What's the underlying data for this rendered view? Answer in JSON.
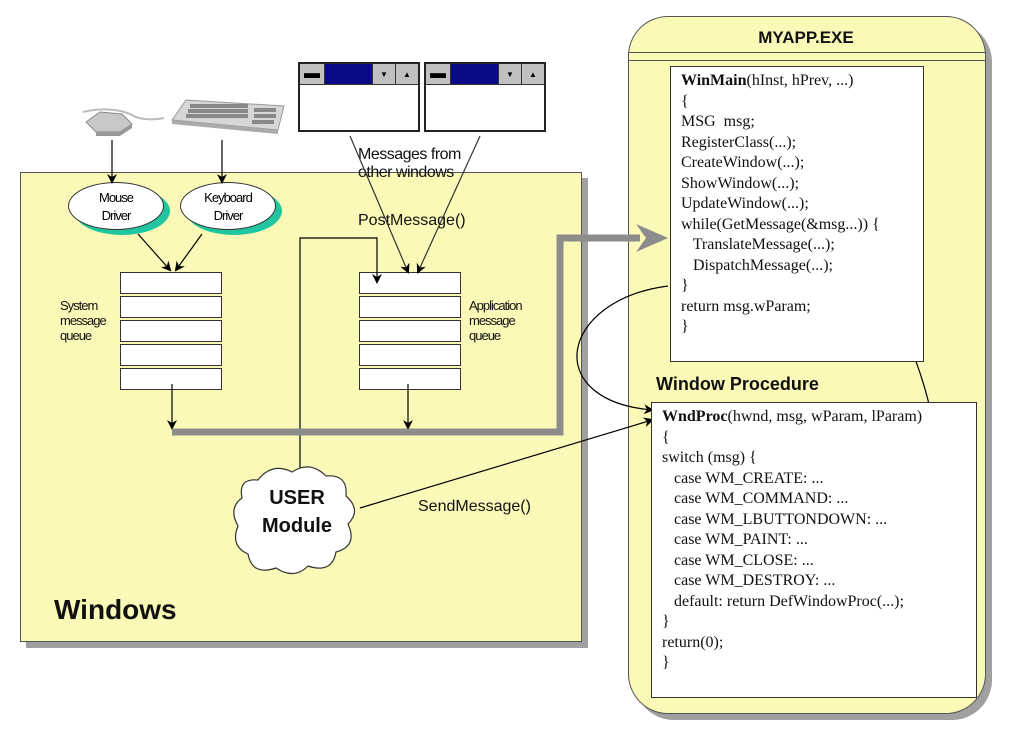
{
  "os_box": {
    "label": "Windows"
  },
  "devices": {
    "mouse": {
      "icon": "mouse-icon"
    },
    "keyboard": {
      "icon": "keyboard-icon"
    }
  },
  "drivers": {
    "mouse": {
      "line1": "Mouse",
      "line2": "Driver"
    },
    "keyboard": {
      "line1": "Keyboard",
      "line2": "Driver"
    }
  },
  "other_windows": {
    "label_line1": "Messages from",
    "label_line2": "other windows",
    "count": 2
  },
  "system_queue": {
    "line1": "System",
    "line2": "message",
    "line3": "queue",
    "slots": 5
  },
  "app_queue": {
    "line1": "Application",
    "line2": "message",
    "line3": "queue",
    "slots": 5
  },
  "post_message_label": "PostMessage()",
  "send_message_label": "SendMessage()",
  "user_module": {
    "line1": "USER",
    "line2": "Module"
  },
  "app": {
    "title": "MYAPP.EXE",
    "winmain": {
      "lines": [
        {
          "bold": "WinMain",
          "rest": "(hInst, hPrev, ...)"
        },
        {
          "bold": "",
          "rest": "{"
        },
        {
          "bold": "",
          "rest": "MSG  msg;"
        },
        {
          "bold": "",
          "rest": "RegisterClass(...);"
        },
        {
          "bold": "",
          "rest": "CreateWindow(...);"
        },
        {
          "bold": "",
          "rest": "ShowWindow(...);"
        },
        {
          "bold": "",
          "rest": "UpdateWindow(...);"
        },
        {
          "bold": "",
          "rest": "while(GetMessage(&msg...)) {"
        },
        {
          "bold": "",
          "rest": "   TranslateMessage(...);"
        },
        {
          "bold": "",
          "rest": "   DispatchMessage(...);"
        },
        {
          "bold": "",
          "rest": "}"
        },
        {
          "bold": "",
          "rest": "return msg.wParam;"
        },
        {
          "bold": "",
          "rest": "}"
        }
      ]
    },
    "window_procedure_title": "Window  Procedure",
    "wndproc": {
      "lines": [
        {
          "bold": "WndProc",
          "rest": "(hwnd, msg, wParam, lParam)"
        },
        {
          "bold": "",
          "rest": "{"
        },
        {
          "bold": "",
          "rest": "switch (msg) {"
        },
        {
          "bold": "",
          "rest": "   case WM_CREATE: ..."
        },
        {
          "bold": "",
          "rest": "   case WM_COMMAND: ..."
        },
        {
          "bold": "",
          "rest": "   case WM_LBUTTONDOWN: ..."
        },
        {
          "bold": "",
          "rest": "   case WM_PAINT: ..."
        },
        {
          "bold": "",
          "rest": "   case WM_CLOSE: ..."
        },
        {
          "bold": "",
          "rest": "   case WM_DESTROY: ..."
        },
        {
          "bold": "",
          "rest": "   default: return DefWindowProc(...);"
        },
        {
          "bold": "",
          "rest": "}"
        },
        {
          "bold": "",
          "rest": "return(0);"
        },
        {
          "bold": "",
          "rest": "}"
        }
      ]
    }
  },
  "colors": {
    "panel_fill": "#fbf9b7",
    "driver_shadow": "#1fc6a0",
    "caption_blue": "#0a0a86",
    "flow_gray": "#8c8c8c"
  }
}
